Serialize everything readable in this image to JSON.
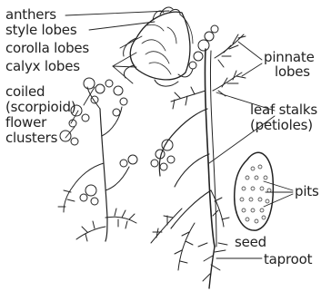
{
  "colors": {
    "ink": "#222222",
    "background": "#ffffff"
  },
  "labels": {
    "anthers": "anthers",
    "style_lobes": "style lobes",
    "corolla_lobes": "corolla lobes",
    "calyx_lobes": "calyx lobes",
    "coiled_line1": "coiled",
    "coiled_line2": "(scorpioid)",
    "coiled_line3": "flower",
    "coiled_line4": "clusters",
    "pinnate_line1": "pinnate",
    "pinnate_line2": "lobes",
    "leaf_stalks_line1": "leaf stalks",
    "leaf_stalks_line2": "(petioles)",
    "pits": "pits",
    "seed": "seed",
    "taproot": "taproot"
  }
}
